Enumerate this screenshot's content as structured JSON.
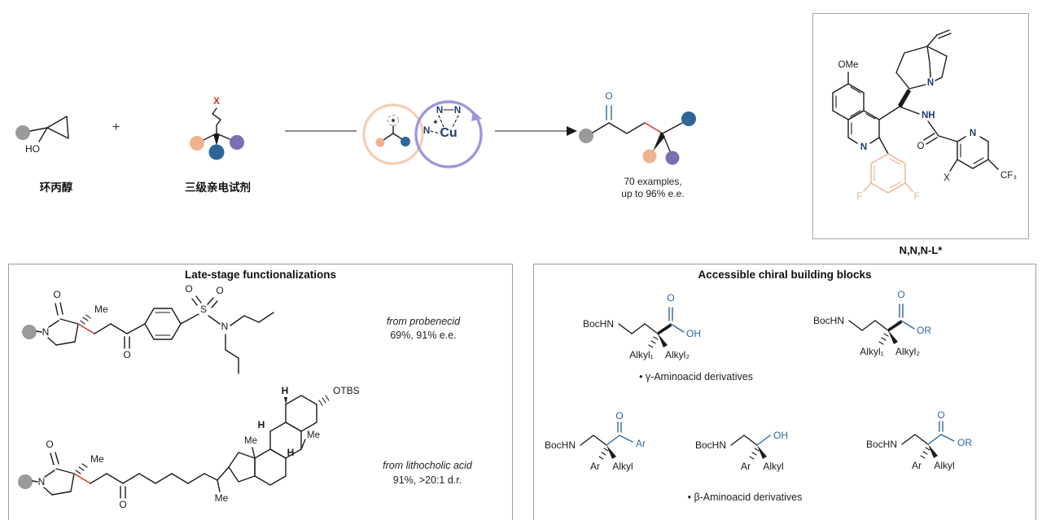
{
  "scheme": {
    "reactant1": {
      "name": "环丙醇",
      "ho": "HO"
    },
    "plus": "+",
    "reactant2": {
      "name": "三级亲电试剂",
      "x": "X"
    },
    "catalyst": {
      "n_top1": "N",
      "n_top2": "N",
      "n_left": "N",
      "cu": "Cu",
      "star": "*"
    },
    "product": {
      "o": "O",
      "examples_line1": "70 examples,",
      "examples_line2": "up to 96% e.e."
    },
    "ligand": {
      "ome": "OMe",
      "n_quinoline": "N",
      "nh": "NH",
      "o": "O",
      "n_pyridine": "N",
      "x": "X",
      "cf3": "CF₃",
      "f_left": "F",
      "f_right": "F",
      "caption": "N,N,N-L*"
    }
  },
  "left_panel": {
    "title": "Late-stage functionalizations",
    "probenecid": {
      "source": "from probenecid",
      "result": "69%, 91% e.e.",
      "n_lactam": "N",
      "o_lactam": "O",
      "me": "Me",
      "o_ketone": "O",
      "s": "S",
      "o_s_left": "O",
      "o_s_right": "O",
      "n_amine": "N"
    },
    "lithocholic": {
      "source": "from lithocholic acid",
      "result": "91%, >20:1 d.r.",
      "n_lactam": "N",
      "o_lactam": "O",
      "me_lactam": "Me",
      "o_ketone": "O",
      "me_side": "Me",
      "me_c13": "Me",
      "me_c10": "Me",
      "h1": "H",
      "h2": "H",
      "h3": "H",
      "otbs": "OTBS"
    }
  },
  "right_panel": {
    "title": "Accessible chiral building blocks",
    "gamma": {
      "bullet": "• γ-Aminoacid derivatives",
      "acid": {
        "bochn": "BocHN",
        "o": "O",
        "oh": "OH",
        "alkyl1": "Alkyl₁",
        "alkyl2": "Alkyl₂"
      },
      "ester": {
        "bochn": "BocHN",
        "o": "O",
        "or": "OR",
        "alkyl1": "Alkyl₁",
        "alkyl2": "Alkyl₂"
      }
    },
    "beta": {
      "bullet": "• β-Aminoacid derivatives",
      "ketone": {
        "bochn": "BocHN",
        "o": "O",
        "ar_acyl": "Ar",
        "ar": "Ar",
        "alkyl": "Alkyl"
      },
      "alcohol": {
        "bochn": "BocHN",
        "oh": "OH",
        "ar": "Ar",
        "alkyl": "Alkyl"
      },
      "ester": {
        "bochn": "BocHN",
        "o": "O",
        "or": "OR",
        "ar": "Ar",
        "alkyl": "Alkyl"
      }
    }
  },
  "colors": {
    "red": "#d7332a",
    "blue": "#2e6699",
    "navy": "#1d3c6e",
    "purple": "#7a6fb0",
    "purple_ring": "#9c96de",
    "peach": "#f0b28e",
    "peach_ring": "#f6cdb4",
    "gray": "#9a9a9a",
    "border": "#9b9b9b"
  }
}
